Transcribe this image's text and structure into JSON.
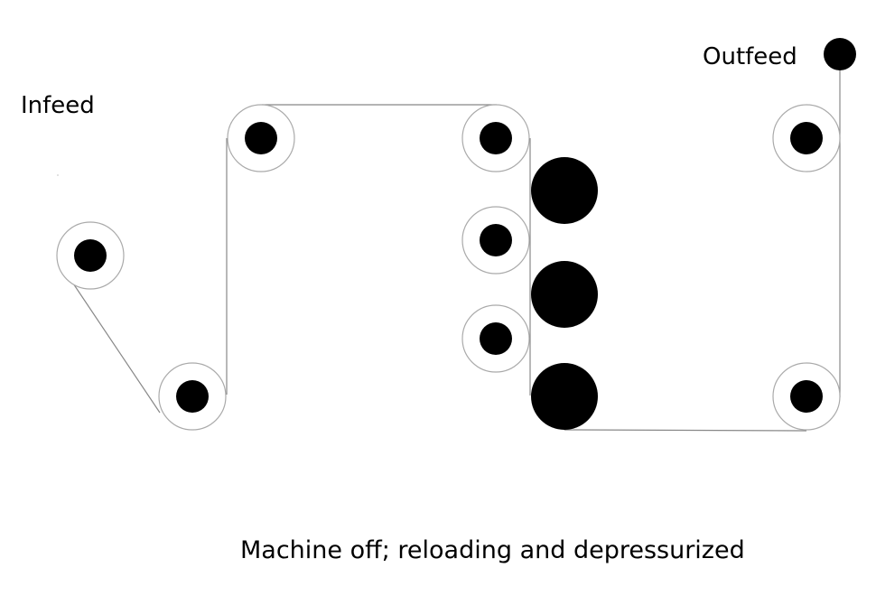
{
  "labels": {
    "infeed": "Infeed",
    "outfeed": "Outfeed",
    "status": "Machine off; reloading and depressurized"
  },
  "colors": {
    "background": "#ffffff",
    "roller": "#000000",
    "roller_ring": "#aaaaaa",
    "web_path": "#888888"
  }
}
